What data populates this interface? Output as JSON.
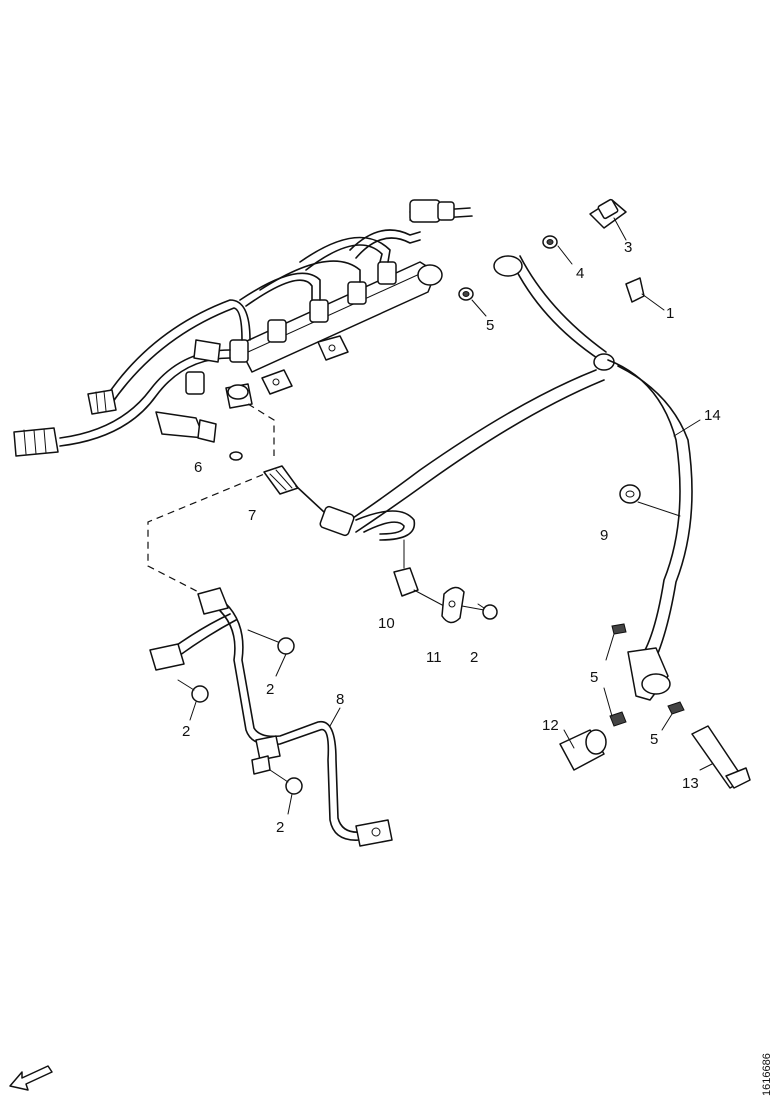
{
  "diagram": {
    "document_number": "1616686",
    "callouts": [
      {
        "label": "1"
      },
      {
        "label": "3"
      },
      {
        "label": "4"
      },
      {
        "label": "5"
      },
      {
        "label": "14"
      },
      {
        "label": "6"
      },
      {
        "label": "7"
      },
      {
        "label": "9"
      },
      {
        "label": "10"
      },
      {
        "label": "11"
      },
      {
        "label": "2"
      },
      {
        "label": "5"
      },
      {
        "label": "2"
      },
      {
        "label": "2"
      },
      {
        "label": "8"
      },
      {
        "label": "12"
      },
      {
        "label": "5"
      },
      {
        "label": "13"
      },
      {
        "label": "2"
      }
    ]
  }
}
